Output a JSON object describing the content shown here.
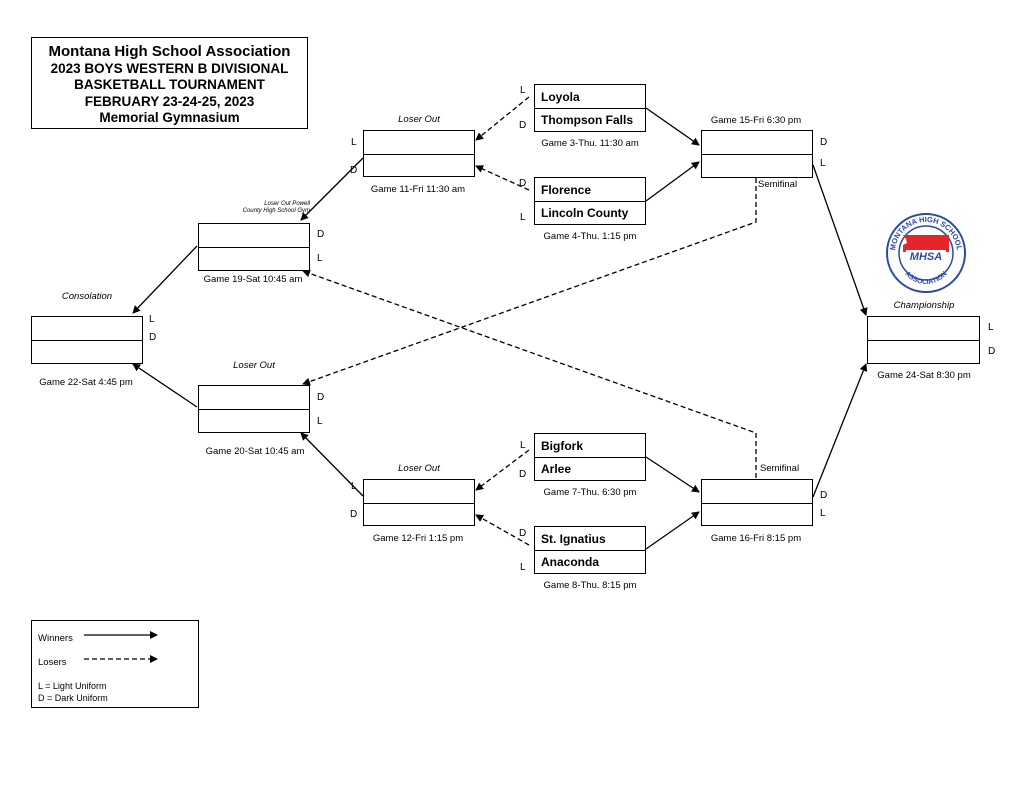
{
  "title": {
    "line1": "Montana High School Association",
    "line2": "2023 BOYS WESTERN B DIVISIONAL",
    "line3": "BASKETBALL TOURNAMENT",
    "line4": "FEBRUARY 23-24-25, 2023",
    "line5": "Memorial Gymnasium"
  },
  "teams": {
    "loyola": "Loyola",
    "thompson_falls": "Thompson Falls",
    "florence": "Florence",
    "lincoln_county": "Lincoln County",
    "bigfork": "Bigfork",
    "arlee": "Arlee",
    "st_ignatius": "St. Ignatius",
    "anaconda": "Anaconda"
  },
  "games": {
    "g3": "Game 3-Thu. 11:30 am",
    "g4": "Game 4-Thu. 1:15 pm",
    "g7": "Game 7-Thu. 6:30 pm",
    "g8": "Game 8-Thu. 8:15 pm",
    "g11": "Game 11-Fri 11:30 am",
    "g12": "Game 12-Fri 1:15 pm",
    "g15": "Game 15-Fri 6:30 pm",
    "g16": "Game 16-Fri 8:15 pm",
    "g19": "Game 19-Sat 10:45 am",
    "g20": "Game 20-Sat 10:45 am",
    "g22": "Game 22-Sat 4:45 pm",
    "g24": "Game 24-Sat 8:30 pm"
  },
  "labels": {
    "loser_out": "Loser Out",
    "loser_out_powell_1": "Loser Out Powell",
    "loser_out_powell_2": "County High School Gym",
    "consolation": "Consolation",
    "championship": "Championship",
    "semifinal": "Semifinal",
    "L": "L",
    "D": "D"
  },
  "legend": {
    "winners": "Winners",
    "losers": "Losers",
    "light": "L = Light Uniform",
    "dark": "D = Dark Uniform"
  },
  "logo": {
    "ring_text_top": "MONTANA HIGH SCHOOL",
    "ring_text_bottom": "ASSOCIATION",
    "center_text": "MHSA",
    "colors": {
      "red": "#e4262b",
      "blue": "#2b4aa3"
    }
  }
}
